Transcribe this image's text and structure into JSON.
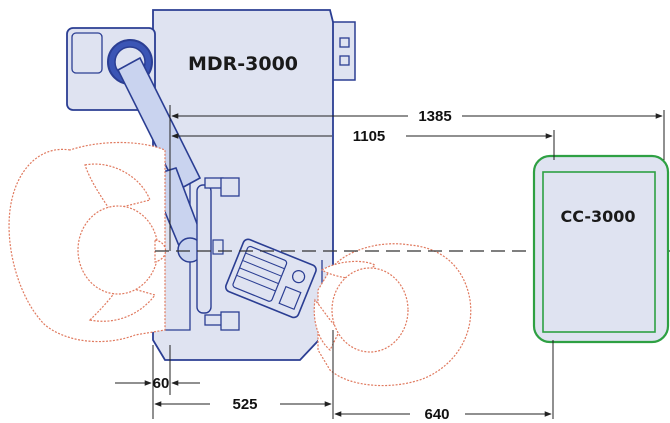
{
  "equipment": {
    "main_unit_label": "MDR-3000",
    "cart_label": "CC-3000"
  },
  "dimensions": {
    "d1385": "1385",
    "d1105": "1105",
    "d60": "60",
    "d525": "525",
    "d640": "640"
  },
  "colors": {
    "unit_fill": "#dfe3f1",
    "unit_stroke": "#2b3e93",
    "arm_fill": "#c9d3ef",
    "person_stroke": "#e07a5f",
    "cart_outline": "#2ea043",
    "cart_fill": "#dfe3f1",
    "dim_line": "#222222"
  }
}
